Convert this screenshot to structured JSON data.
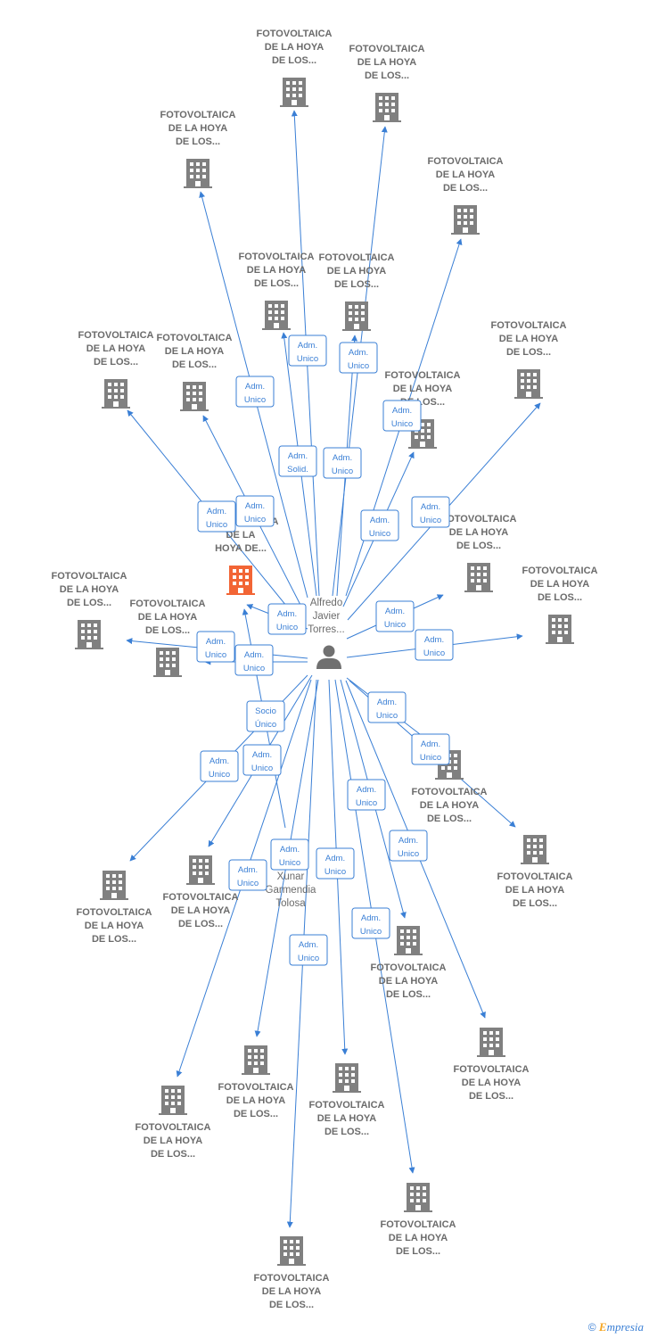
{
  "colors": {
    "edge": "#3a7fd5",
    "company": "#808080",
    "company_main": "#f26535",
    "person": "#707070",
    "label": "#6b6b6b"
  },
  "people": [
    {
      "id": "p1",
      "lines": [
        "Alfredo",
        "Javier",
        "Torres..."
      ]
    },
    {
      "id": "p2",
      "lines": [
        "Xunar",
        "Garmendia",
        "Tolosa"
      ]
    }
  ],
  "companies": [
    {
      "id": "c0",
      "main": true,
      "lines": [
        "FOTOVOLTAICA",
        "DE LA",
        "HOYA DE..."
      ]
    },
    {
      "id": "c1",
      "lines": [
        "FOTOVOLTAICA",
        "DE LA HOYA",
        "DE LOS..."
      ]
    },
    {
      "id": "c2",
      "lines": [
        "FOTOVOLTAICA",
        "DE LA HOYA",
        "DE LOS..."
      ]
    },
    {
      "id": "c3",
      "lines": [
        "FOTOVOLTAICA",
        "DE LA HOYA",
        "DE LOS..."
      ]
    },
    {
      "id": "c4",
      "lines": [
        "FOTOVOLTAICA",
        "DE LA HOYA",
        "DE LOS..."
      ]
    },
    {
      "id": "c5",
      "lines": [
        "FOTOVOLTAICA",
        "DE LA HOYA",
        "DE LOS..."
      ]
    },
    {
      "id": "c6",
      "lines": [
        "FOTOVOLTAICA",
        "DE LA HOYA",
        "DE LOS..."
      ]
    },
    {
      "id": "c7",
      "lines": [
        "FOTOVOLTAICA",
        "DE LA HOYA",
        "DE LOS..."
      ]
    },
    {
      "id": "c8",
      "lines": [
        "FOTOVOLTAICA",
        "DE LA HOYA",
        "DE LOS..."
      ]
    },
    {
      "id": "c9",
      "lines": [
        "FOTOVOLTAICA",
        "DE LA HOYA",
        "DE LOS..."
      ]
    },
    {
      "id": "c10",
      "lines": [
        "FOTOVOLTAICA",
        "DE LA HOYA",
        "DE LOS..."
      ]
    },
    {
      "id": "c11",
      "lines": [
        "FOTOVOLTAICA",
        "DE LA HOYA",
        "DE LOS..."
      ]
    },
    {
      "id": "c12",
      "lines": [
        "FOTOVOLTAICA",
        "DE LA HOYA",
        "DE LOS..."
      ]
    },
    {
      "id": "c13",
      "lines": [
        "FOTOVOLTAICA",
        "DE LA HOYA",
        "DE LOS..."
      ]
    },
    {
      "id": "c14",
      "lines": [
        "FOTOVOLTAICA",
        "DE LA HOYA",
        "DE LOS..."
      ]
    },
    {
      "id": "c15",
      "lines": [
        "FOTOVOLTAICA",
        "DE LA HOYA",
        "DE LOS..."
      ]
    },
    {
      "id": "c16",
      "lines": [
        "FOTOVOLTAICA",
        "DE LA HOYA",
        "DE LOS..."
      ]
    },
    {
      "id": "c17",
      "lines": [
        "FOTOVOLTAICA",
        "DE LA HOYA",
        "DE LOS..."
      ]
    },
    {
      "id": "c18",
      "lines": [
        "FOTOVOLTAICA",
        "DE LA HOYA",
        "DE LOS..."
      ]
    },
    {
      "id": "c19",
      "lines": [
        "FOTOVOLTAICA",
        "DE LA HOYA",
        "DE LOS..."
      ]
    },
    {
      "id": "c20",
      "lines": [
        "FOTOVOLTAICA",
        "DE LA HOYA",
        "DE LOS..."
      ]
    },
    {
      "id": "c21",
      "lines": [
        "FOTOVOLTAICA",
        "DE LA HOYA",
        "DE LOS..."
      ]
    },
    {
      "id": "c22",
      "lines": [
        "FOTOVOLTAICA",
        "DE LA HOYA",
        "DE LOS..."
      ]
    },
    {
      "id": "c23",
      "lines": [
        "FOTOVOLTAICA",
        "DE LA HOYA",
        "DE LOS..."
      ]
    },
    {
      "id": "c24",
      "lines": [
        "FOTOVOLTAICA",
        "DE LA HOYA",
        "DE LOS..."
      ]
    },
    {
      "id": "c25",
      "lines": [
        "FOTOVOLTAICA",
        "DE LA HOYA",
        "DE LOS..."
      ]
    }
  ],
  "edges": [
    {
      "from": "p1",
      "to": "c1",
      "role": [
        "Adm.",
        "Unico"
      ]
    },
    {
      "from": "p1",
      "to": "c2",
      "role": [
        "Adm.",
        "Unico"
      ]
    },
    {
      "from": "p1",
      "to": "c3",
      "role": [
        "Adm.",
        "Unico"
      ]
    },
    {
      "from": "p1",
      "to": "c4",
      "role": [
        "Adm.",
        "Unico"
      ]
    },
    {
      "from": "p1",
      "to": "c5",
      "role": [
        "Adm.",
        "Solid."
      ]
    },
    {
      "from": "p1",
      "to": "c6",
      "role": [
        "Adm.",
        "Unico"
      ]
    },
    {
      "from": "p1",
      "to": "c7",
      "role": [
        "Adm.",
        "Unico"
      ]
    },
    {
      "from": "p1",
      "to": "c8",
      "role": [
        "Adm.",
        "Unico"
      ]
    },
    {
      "from": "p1",
      "to": "c9",
      "role": [
        "Adm.",
        "Unico"
      ]
    },
    {
      "from": "p1",
      "to": "c10",
      "role": [
        "Adm.",
        "Unico"
      ]
    },
    {
      "from": "p1",
      "to": "c11",
      "role": [
        "Adm.",
        "Unico"
      ]
    },
    {
      "from": "p1",
      "to": "c12",
      "role": [
        "Adm.",
        "Unico"
      ]
    },
    {
      "from": "p1",
      "to": "c13",
      "role": [
        "Adm.",
        "Unico"
      ]
    },
    {
      "from": "p1",
      "to": "c14",
      "role": [
        "Adm.",
        "Unico"
      ]
    },
    {
      "from": "p1",
      "to": "c15",
      "role": [
        "Adm.",
        "Unico"
      ]
    },
    {
      "from": "p1",
      "to": "c16",
      "role": [
        "Adm.",
        "Unico"
      ]
    },
    {
      "from": "p1",
      "to": "c17",
      "role": [
        "Adm.",
        "Unico"
      ]
    },
    {
      "from": "p1",
      "to": "c18",
      "role": [
        "Adm.",
        "Unico"
      ]
    },
    {
      "from": "p1",
      "to": "c19",
      "role": [
        "Adm.",
        "Unico"
      ]
    },
    {
      "from": "p1",
      "to": "c20",
      "role": [
        "Adm.",
        "Unico"
      ]
    },
    {
      "from": "p1",
      "to": "c21",
      "role": [
        "Adm.",
        "Unico"
      ]
    },
    {
      "from": "p1",
      "to": "c22",
      "role": [
        "Adm.",
        "Unico"
      ]
    },
    {
      "from": "p1",
      "to": "c23",
      "role": [
        "Adm.",
        "Unico"
      ]
    },
    {
      "from": "p1",
      "to": "c24",
      "role": [
        "Adm.",
        "Unico"
      ]
    },
    {
      "from": "p1",
      "to": "c25",
      "role": [
        "Adm.",
        "Unico"
      ]
    },
    {
      "from": "p1",
      "to": "c0",
      "role": [
        "Adm.",
        "Unico"
      ]
    },
    {
      "from": "p2",
      "to": "c0",
      "role": [
        "Socio",
        "Único"
      ]
    }
  ],
  "footer": {
    "copyright": "©",
    "brand_first": "E",
    "brand_rest": "mpresia"
  }
}
